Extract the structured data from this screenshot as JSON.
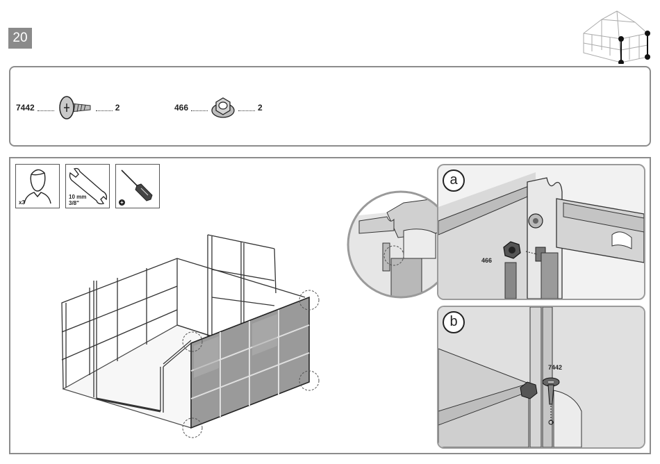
{
  "step": {
    "number": "20"
  },
  "thumbnail": {
    "icon": "greenhouse-thumbnail-icon"
  },
  "parts": [
    {
      "code": "7442",
      "quantity": "2",
      "icon": "screw-icon"
    },
    {
      "code": "466",
      "quantity": "2",
      "icon": "hex-nut-icon"
    }
  ],
  "tools": [
    {
      "icon": "person-icon",
      "label": "x3"
    },
    {
      "icon": "wrench-icon",
      "label_line1": "10 mm",
      "label_line2": "3/8\""
    },
    {
      "icon": "screwdriver-icon",
      "label": "+"
    }
  ],
  "details": [
    {
      "letter": "a",
      "callout": "466"
    },
    {
      "letter": "b",
      "callout": "7442"
    }
  ]
}
